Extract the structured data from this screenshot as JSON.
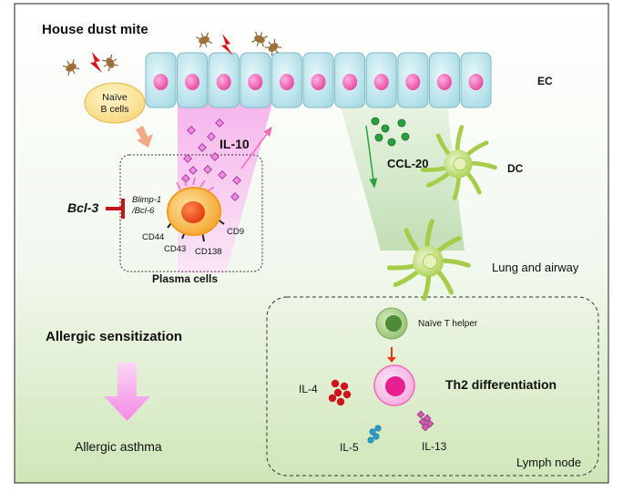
{
  "labels": {
    "house_dust_mite": "House dust mite",
    "naive_b_cells": [
      "Naïve",
      "B cells"
    ],
    "ec": "EC",
    "il10": "IL-10",
    "bcl3": "Bcl-3",
    "blimp_bcl6": [
      "Blimp-1",
      "/Bcl-6"
    ],
    "cd44": "CD44",
    "cd43": "CD43",
    "cd138": "CD138",
    "cd9": "CD9",
    "plasma_cells": "Plasma cells",
    "ccl20": "CCL-20",
    "dc": "DC",
    "lung_airway": "Lung and airway",
    "allergic_sensitization": "Allergic sensitization",
    "allergic_asthma": "Allergic asthma",
    "naive_t_helper": "Naïve T helper",
    "il4": "IL-4",
    "th2": "Th2 differentiation",
    "il5": "IL-5",
    "il13": "IL-13",
    "lymph_node": "Lymph node"
  },
  "colors": {
    "epithelium": "#c3e8ee",
    "nucleus": "#f06cbc",
    "il10_cone": "#f7b3ee",
    "ccl20_cone": "#cfe7c7",
    "dc_body": "#b3d65c",
    "plasma_orange": "#f39a1c",
    "bcl3_red": "#c0141b",
    "mite": "#a0703a",
    "th2_cell": "#f06cbc",
    "il4_red": "#d0141b",
    "il5_blue": "#2a9ecf",
    "il13_pink": "#c83c9c",
    "ccl20_green": "#2aa040"
  }
}
